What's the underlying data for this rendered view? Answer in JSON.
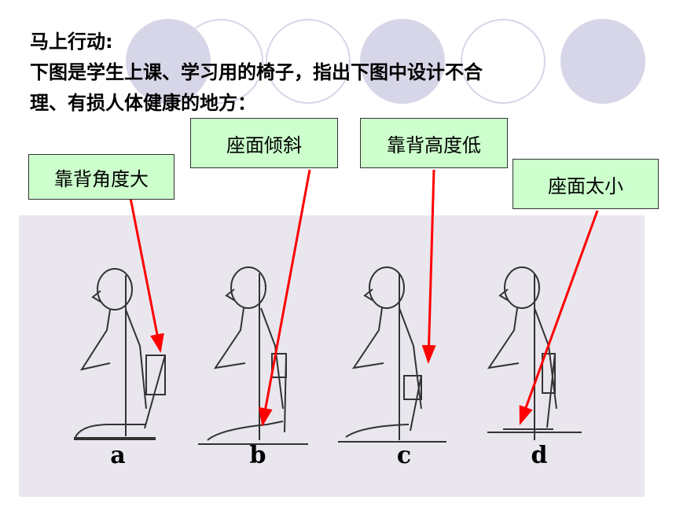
{
  "slide": {
    "title": "马上行动:",
    "body_line1": "下图是学生上课、学习用的椅子，指出下图中设计不合",
    "body_line2": "理、有损人体健康的地方："
  },
  "labels": [
    {
      "id": "a",
      "text": "靠背角度大"
    },
    {
      "id": "b",
      "text": "座面倾斜"
    },
    {
      "id": "c",
      "text": "靠背高度低"
    },
    {
      "id": "d",
      "text": "座面太小"
    }
  ],
  "figure": {
    "chair_letters": [
      "a",
      "b",
      "c",
      "d"
    ]
  },
  "colors": {
    "arrow": "#ff0000",
    "label_bg": "#ccffcc",
    "decor_circle": "#d6d6e8",
    "photo_bg": "#e9e6ee"
  }
}
